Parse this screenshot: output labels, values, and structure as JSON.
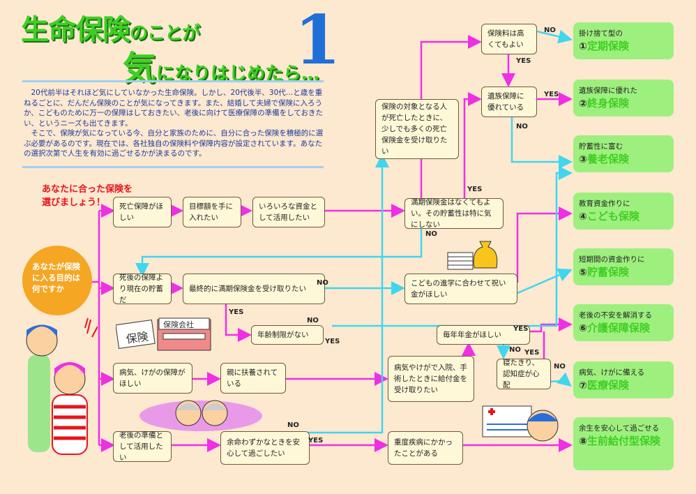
{
  "title": {
    "line1_big": "生命保険",
    "line1_small": "のことが",
    "line2_big": "気",
    "line2_small": "になりはじめたら…",
    "number": "1"
  },
  "intro": {
    "p1": "20代前半はそれほど気にしていなかった生命保険。しかし、20代後半、30代…と歳を重ねるごとに、だんだん保険のことが気になってきます。また、結婚して夫婦で保険に入ろうか、こどものために万一の保障はしておきたい、老後に向けて医療保障の準備をしておきたい、というニーズも出てきます。",
    "p2": "そこで、保険が気になっている今、自分と家族のために、自分に合った保険を積極的に選ぶ必要があるのです。現在では、各社独自の保険料や保障内容が設定されています。あなたの選択次第で人生を有効に過ごせるかが決まるのです。"
  },
  "callout": {
    "line1": "あなたに合った保険を",
    "line2": "選びましょう！"
  },
  "start": {
    "line1": "あなたが保険",
    "line2": "に入る目的は",
    "line3": "何ですか"
  },
  "boxes": {
    "b1": "死亡保障がほしい",
    "b2": "目標額を手に入れたい",
    "b3": "いろいろな資金として活用したい",
    "b4": "満期保険金はなくてもよい。その貯蓄性は特に気にしない",
    "b5": "保険の対象となる人が死亡したときに、少しでも多くの死亡保険金を受け取りたい",
    "b6": "保険料は高くてもよい",
    "b7": "遺族保障に優れている",
    "b8": "死後の保障より現在の貯蓄だ",
    "b9": "最終的に満期保険金を受け取りたい",
    "b10": "こどもの進学に合わせて祝い金がほしい",
    "b11": "年齢制限がない",
    "b12": "毎年年金がほしい",
    "b13": "寝たきり、認知症が心配",
    "b14": "病気、けがの保障がほしい",
    "b15": "親に扶養されている",
    "b16": "病気やけがで入院、手術したときに給付金を受け取りたい",
    "b17": "老後の準備として活用したい",
    "b18": "余命わずかなときを安心して過ごしたい",
    "b19": "重度疾病にかかったことがある"
  },
  "results": [
    {
      "sub": "掛け捨て型の",
      "num": "①",
      "name": "定期保険"
    },
    {
      "sub": "遺族保障に優れた",
      "num": "②",
      "name": "終身保険"
    },
    {
      "sub": "貯蓄性に富む",
      "num": "③",
      "name": "養老保険"
    },
    {
      "sub": "教育資金作りに",
      "num": "④",
      "name": "こども保険"
    },
    {
      "sub": "短期間の資金作りに",
      "num": "⑤",
      "name": "貯蓄保険"
    },
    {
      "sub": "老後の不安を解消する",
      "num": "⑥",
      "name": "介護保障保険"
    },
    {
      "sub": "病気、けがに備える",
      "num": "⑦",
      "name": "医療保険"
    },
    {
      "sub": "余生を安心して過ごせる",
      "num": "⑧",
      "name": "生前給付型保険"
    }
  ],
  "labels": {
    "yes": "YES",
    "no": "NO"
  },
  "illustration": {
    "sign1": "保険",
    "sign2": "保険会社"
  },
  "colors": {
    "magenta": "#ef2fe3",
    "cyan": "#3fd6ee",
    "result_bg": "#9ef07e",
    "result_text": "#3fcf22"
  }
}
